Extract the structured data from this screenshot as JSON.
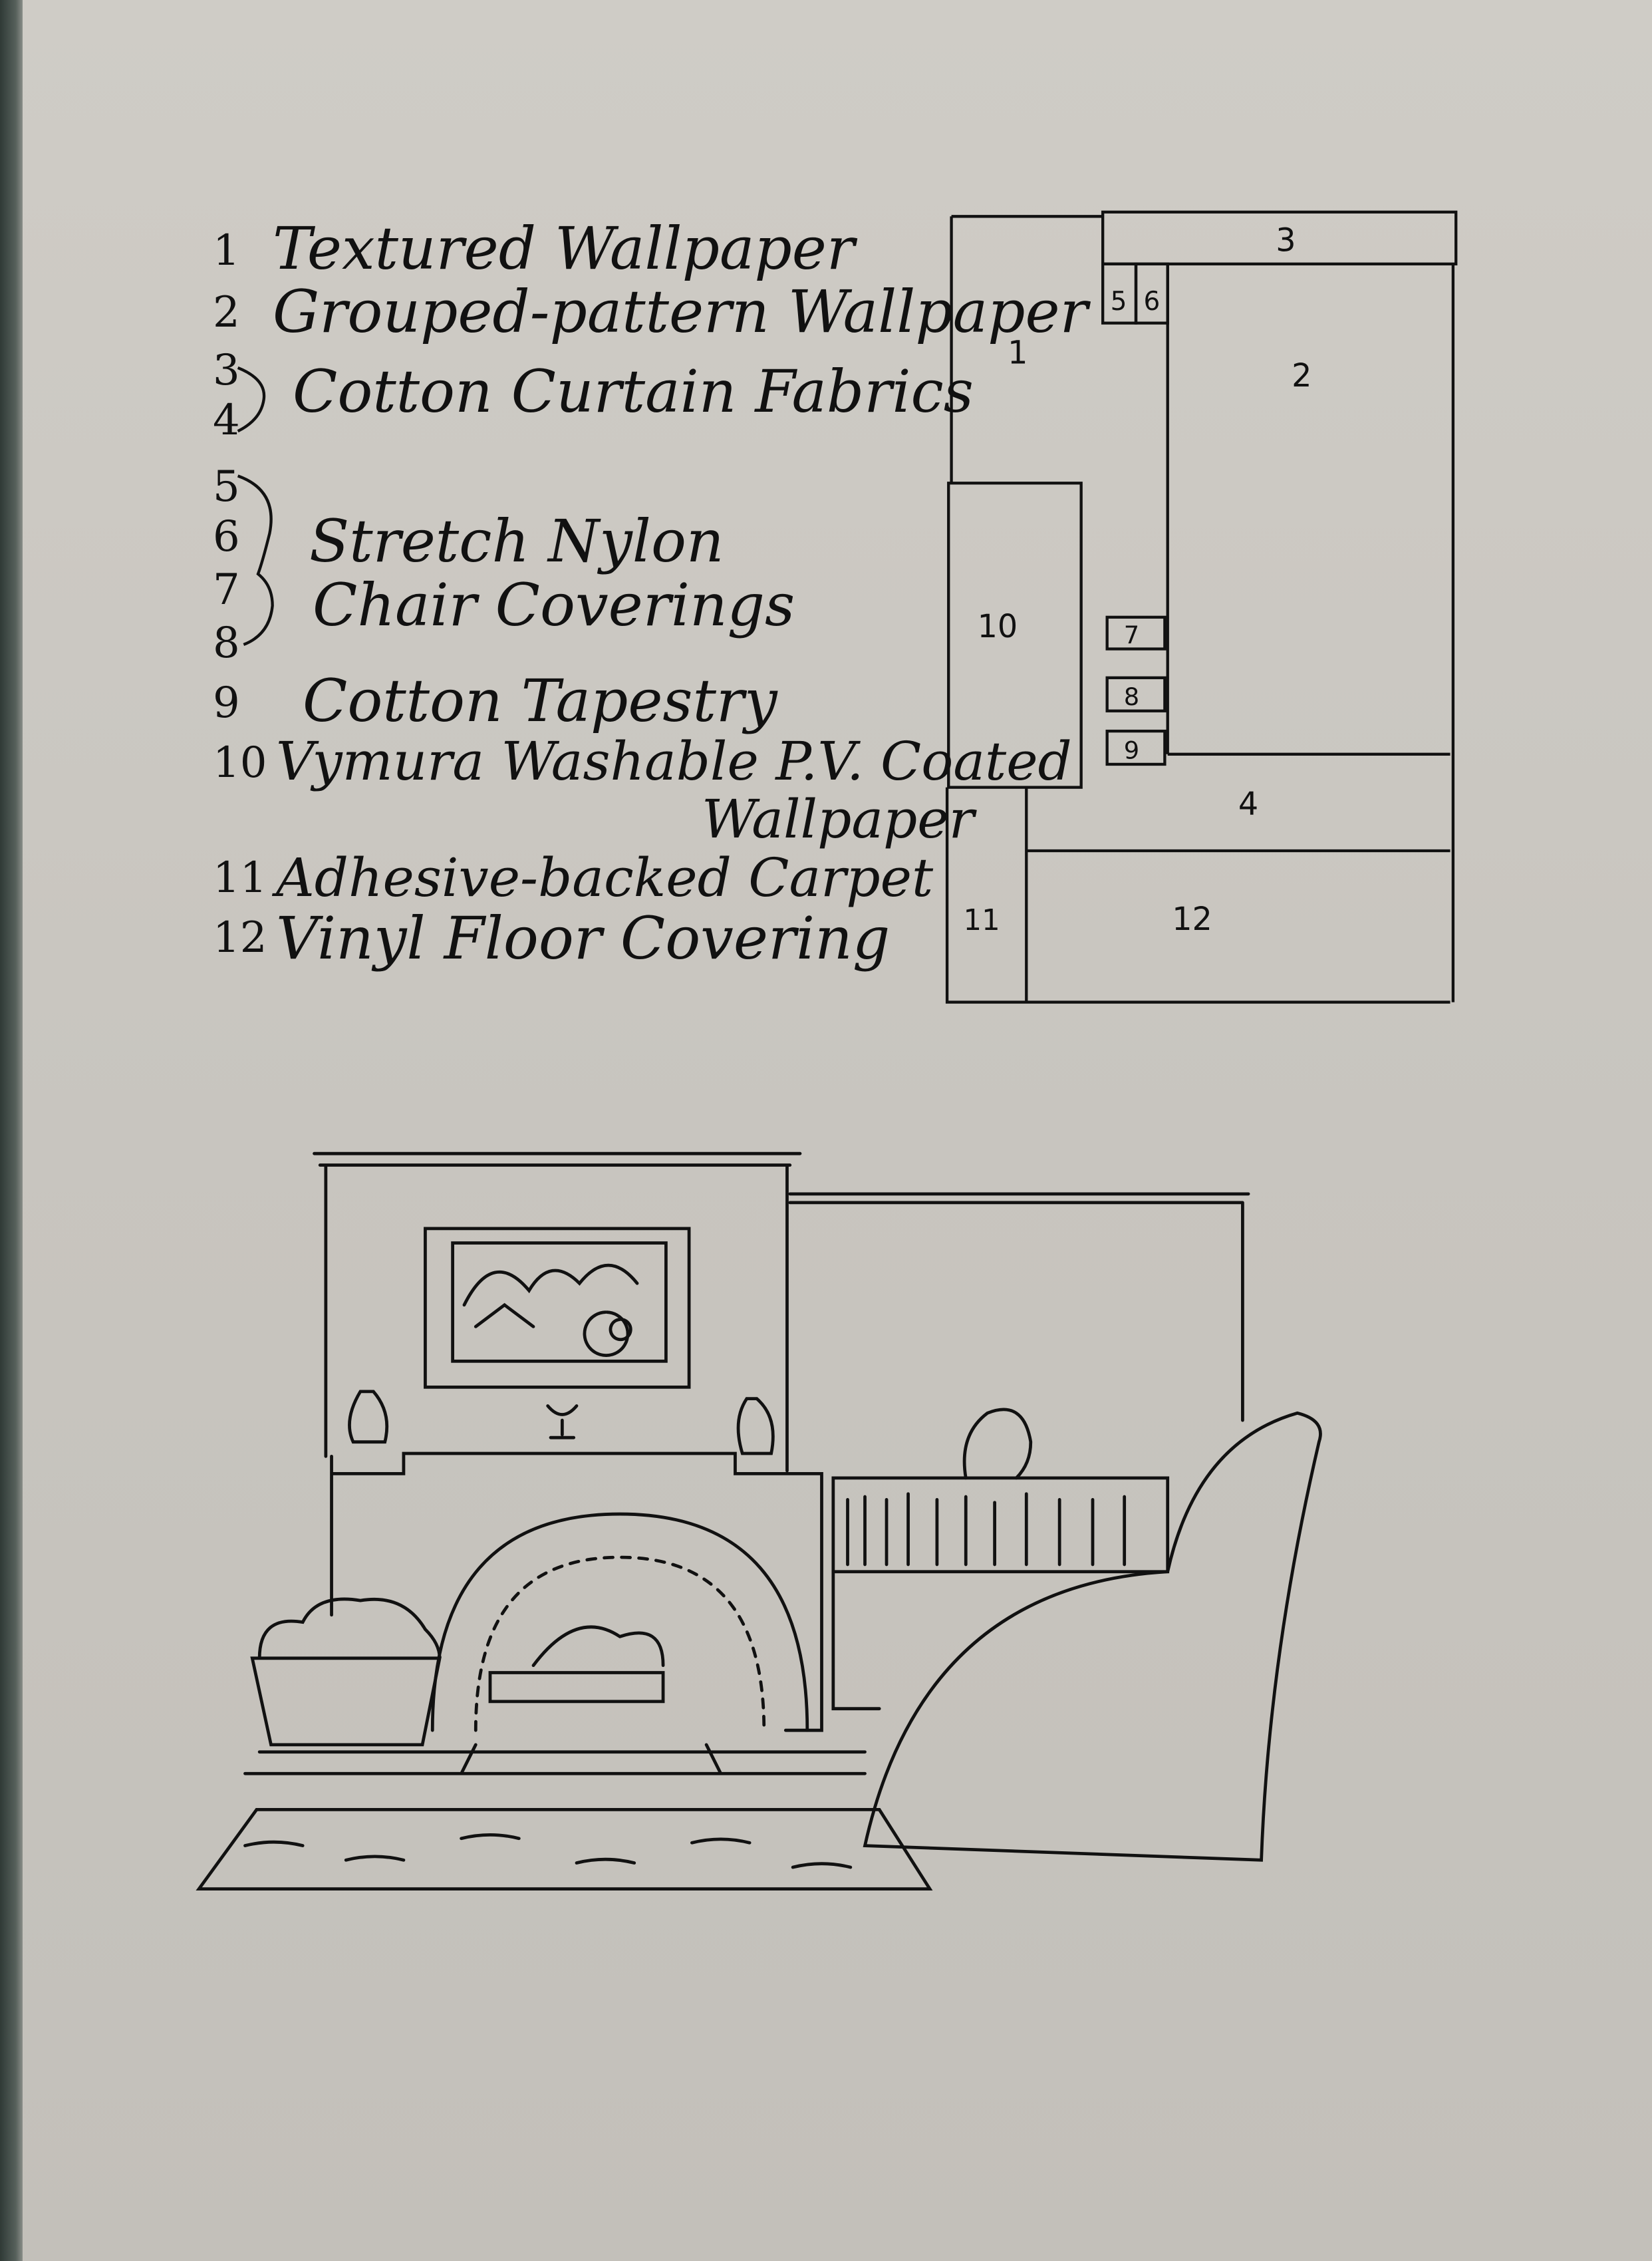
{
  "legend": [
    {
      "num": "1",
      "label": "Textured Wallpaper"
    },
    {
      "num": "2",
      "label": "Grouped-pattern Wallpaper"
    },
    {
      "num": "3",
      "label": "Cotton Curtain Fabrics"
    },
    {
      "num": "4",
      "label": ""
    },
    {
      "num": "5",
      "label": ""
    },
    {
      "num": "6",
      "label": "Stretch Nylon"
    },
    {
      "num": "7",
      "label": "Chair Coverings"
    },
    {
      "num": "8",
      "label": ""
    },
    {
      "num": "9",
      "label": "Cotton Tapestry"
    },
    {
      "num": "10",
      "label": "Vymura Washable P.V. Coated"
    },
    {
      "num": "",
      "label": "Wallpaper"
    },
    {
      "num": "11",
      "label": "Adhesive-backed Carpet"
    },
    {
      "num": "12",
      "label": "Vinyl Floor Covering"
    }
  ],
  "layout_plan": {
    "regions": [
      "1",
      "2",
      "3",
      "4",
      "5",
      "6",
      "7",
      "8",
      "9",
      "10",
      "11",
      "12"
    ]
  }
}
